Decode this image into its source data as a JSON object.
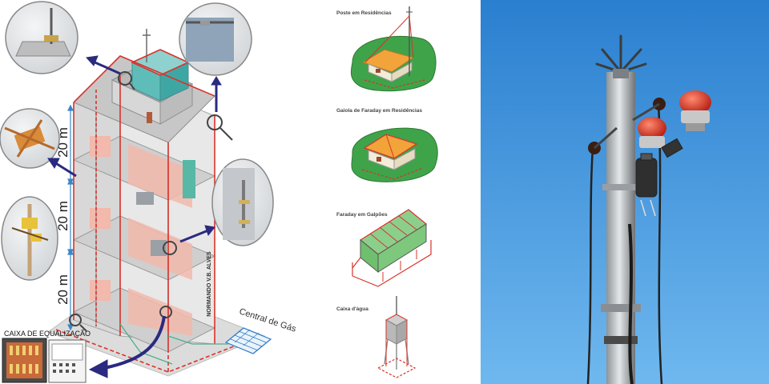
{
  "building": {
    "floor_heights": [
      "20 m",
      "20 m",
      "20 m"
    ],
    "gas_label": "Central de Gás",
    "vertical_text": "NORMANDO V.B. ALVES",
    "equalization_box_label": "CAIXA DE EQUALIZAÇÃO"
  },
  "examples": [
    {
      "id": "poste",
      "title": "Poste em Residências"
    },
    {
      "id": "gaiola",
      "title": "Gaiola de Faraday em Residências"
    },
    {
      "id": "galpoes",
      "title": "Faraday em Galpões"
    },
    {
      "id": "caixa",
      "title": "Caixa d'água"
    }
  ],
  "colors": {
    "conductor_red": "#d9332b",
    "arrow_navy": "#2a2a80",
    "grass_green": "#3fa34a",
    "sky_blue": "#2f8fd8",
    "beacon_red": "#d92a1a"
  }
}
